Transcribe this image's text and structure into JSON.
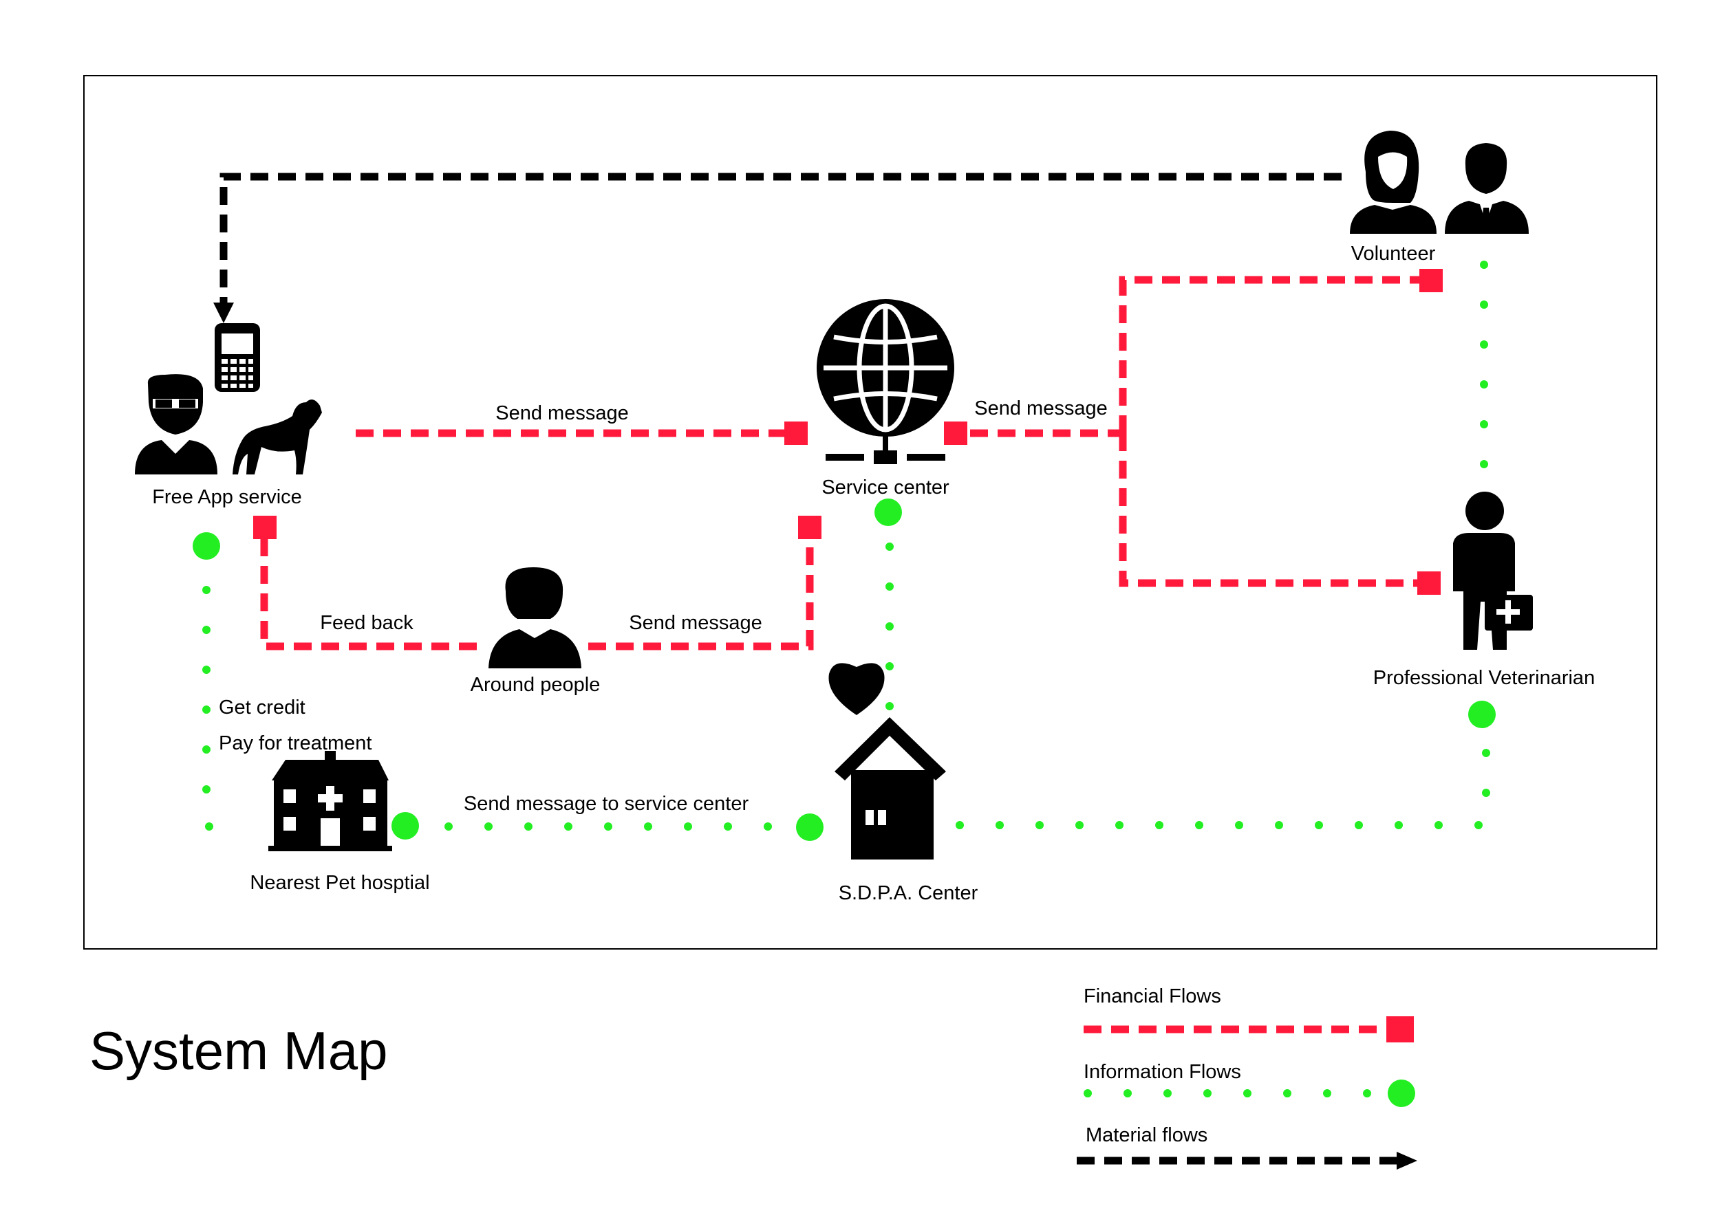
{
  "title": "System Map",
  "nodes": {
    "free_app": "Free App service",
    "service_center": "Service center",
    "volunteer": "Volunteer",
    "around_people": "Around people",
    "professional_vet": "Professional Veterinarian",
    "pet_hospital": "Nearest Pet hosptial",
    "sdpa": "S.D.P.A. Center"
  },
  "flow_labels": {
    "send_msg_top": "Send message",
    "send_msg_right": "Send message",
    "feed_back": "Feed back",
    "send_msg_people": "Send message",
    "get_credit": "Get credit",
    "pay_treatment": "Pay for treatment",
    "send_msg_service": "Send message to service center"
  },
  "legend": {
    "financial": "Financial Flows",
    "information": "Information Flows",
    "material": "Material flows"
  },
  "colors": {
    "financial": "#ff1a3c",
    "information": "#22ee22",
    "material": "#000000"
  }
}
